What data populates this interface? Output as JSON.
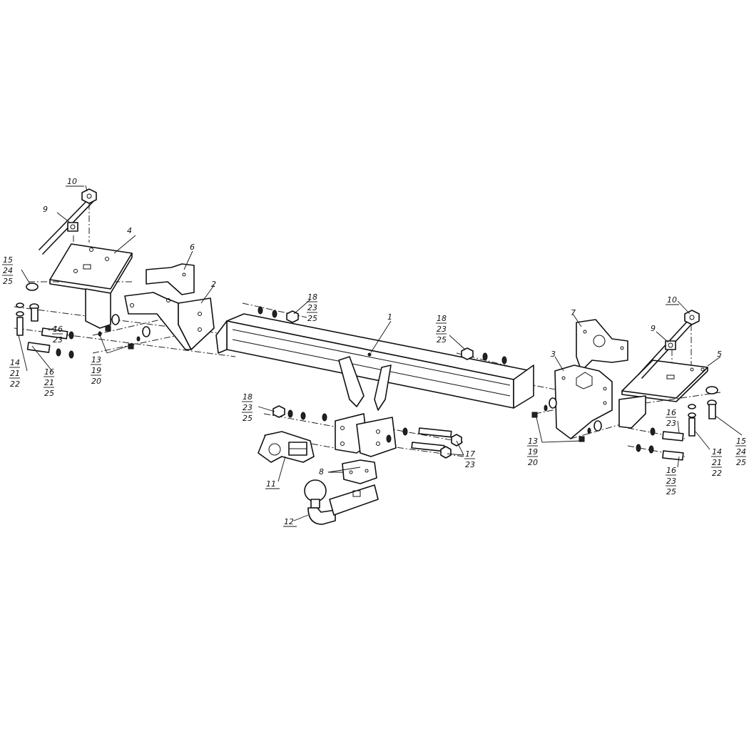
{
  "labels": {
    "l1": "1",
    "l2": "2",
    "l3": "3",
    "l4": "4",
    "l5": "5",
    "l6": "6",
    "l7": "7",
    "l8": "8",
    "l9a": "9",
    "l9b": "9",
    "l10a": "10",
    "l10b": "10",
    "l11": "11",
    "l12": "12",
    "stackL_15": [
      "15",
      "24",
      "25"
    ],
    "stackL_14": [
      "14",
      "21",
      "22"
    ],
    "stackL_16a": [
      "16",
      "23"
    ],
    "stackL_16b": [
      "16",
      "21",
      "25"
    ],
    "stackL_13": [
      "13",
      "19",
      "20"
    ],
    "stack_18a": [
      "18",
      "23",
      "25"
    ],
    "stack_18b": [
      "18",
      "23",
      "25"
    ],
    "stack_18c": [
      "18",
      "23",
      "25"
    ],
    "stack_17": [
      "17",
      "23"
    ],
    "stackR_13": [
      "13",
      "19",
      "20"
    ],
    "stackR_16a": [
      "16",
      "23"
    ],
    "stackR_14": [
      "14",
      "21",
      "22"
    ],
    "stackR_15": [
      "15",
      "24",
      "25"
    ],
    "stackR_16b": [
      "16",
      "23",
      "25"
    ]
  }
}
